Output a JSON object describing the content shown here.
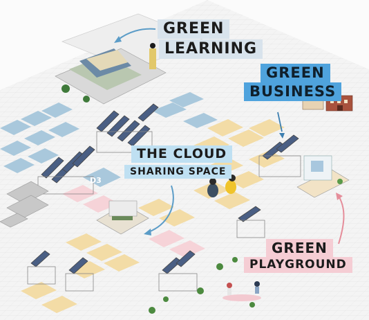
{
  "labels": {
    "green_learning": [
      "GREEN",
      "LEARNING"
    ],
    "green_business": [
      "GREEN",
      "BUSINESS"
    ],
    "cloud": [
      "THE CLOUD",
      "SHARING SPACE"
    ],
    "green_playground": [
      "GREEN",
      "PLAYGROUND"
    ]
  },
  "zone_markers": {
    "d3": "D3"
  },
  "colors": {
    "learning_bg": "#d8e3ec",
    "business_bg": "#4fa3dd",
    "cloud_bg": "#bfe0f2",
    "playground_bg": "#f5cdd4",
    "booth_blue": "#a9c8dc",
    "booth_yellow": "#f3dca6",
    "booth_pink": "#f6d3d8",
    "arrow_blue": "#5b9cc7",
    "arrow_pink": "#e58d9a"
  },
  "icons": [
    "arrow-curved-icon",
    "people-sitting-icon",
    "children-playing-icon",
    "building-icon"
  ]
}
